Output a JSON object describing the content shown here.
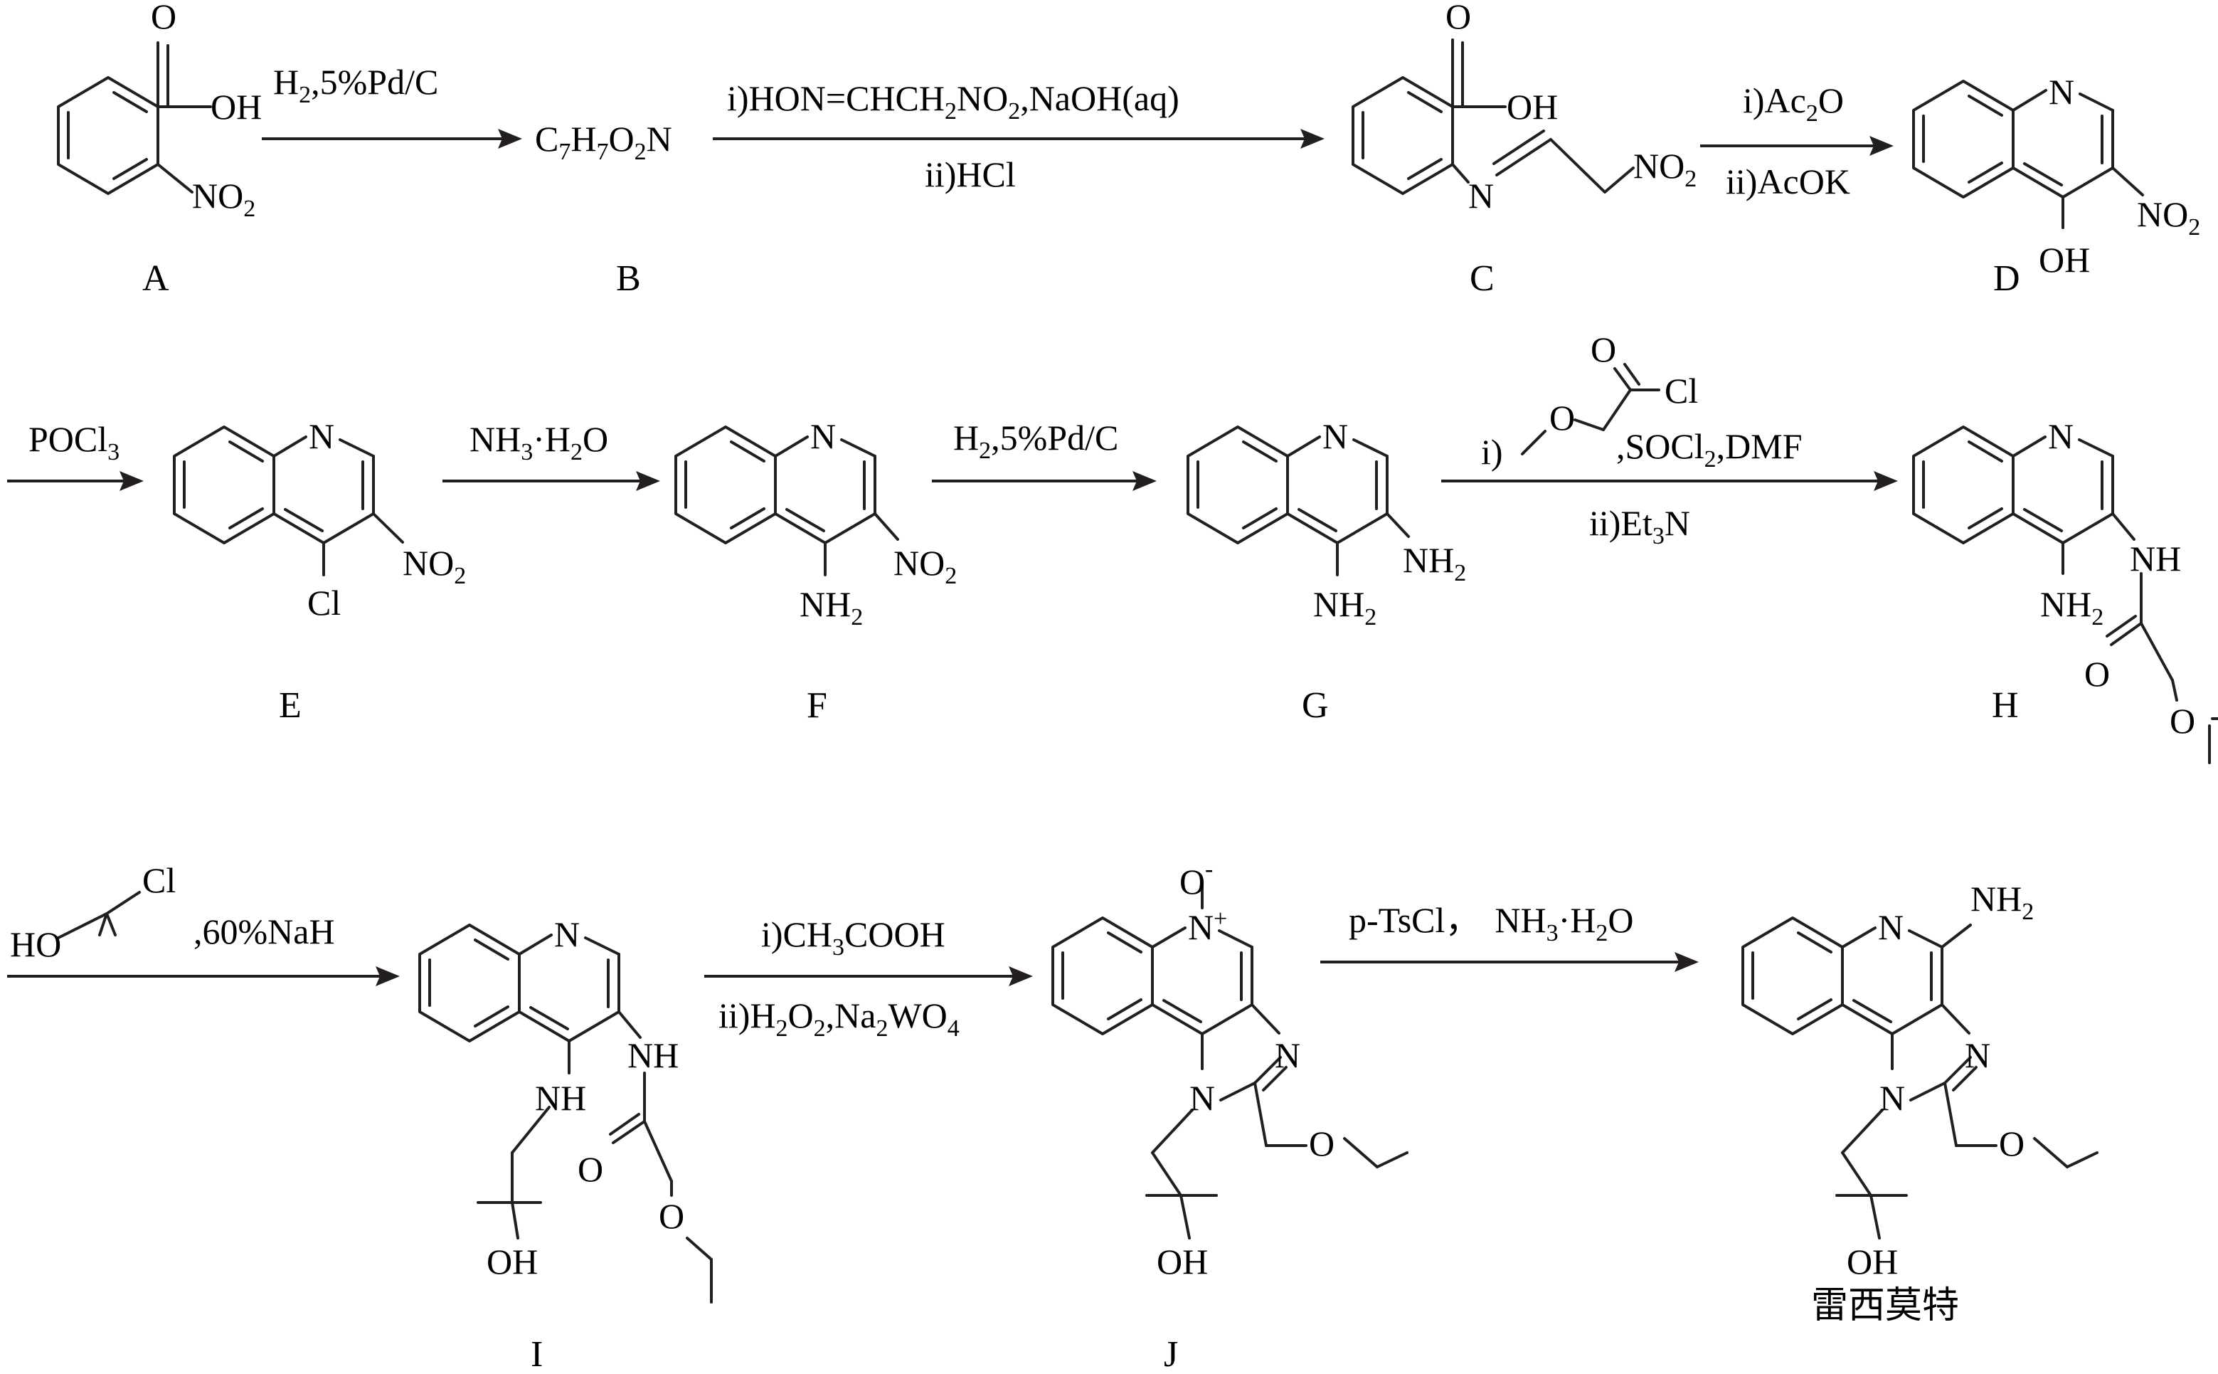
{
  "compounds": {
    "A": {
      "label": "A",
      "group_oh": "OH",
      "group_no2": "NO",
      "sub_2": "2"
    },
    "B": {
      "label": "B",
      "formula_parts": [
        "C",
        "7",
        "H",
        "7",
        "O",
        "2",
        "N"
      ]
    },
    "C": {
      "label": "C",
      "group_oh": "OH",
      "atom_n": "N",
      "group_no2": "NO",
      "sub_2": "2"
    },
    "D": {
      "label": "D",
      "atom_n": "N",
      "group_oh": "OH",
      "group_no2": "NO",
      "sub_2": "2"
    },
    "E": {
      "label": "E",
      "atom_n": "N",
      "atom_cl": "Cl",
      "group_no2": "NO",
      "sub_2": "2"
    },
    "F": {
      "label": "F",
      "atom_n": "N",
      "group_nh2": "NH",
      "group_no2": "NO",
      "sub_2": "2"
    },
    "G": {
      "label": "G",
      "atom_n": "N",
      "group_nh2": "NH",
      "sub_2": "2"
    },
    "H": {
      "label": "H",
      "atom_n": "N",
      "group_nh": "NH",
      "group_nh2": "NH",
      "atom_o": "O",
      "sub_2": "2"
    },
    "I": {
      "label": "I",
      "atom_n": "N",
      "group_nh": "NH",
      "group_oh": "OH",
      "atom_o": "O"
    },
    "J": {
      "label": "J",
      "atom_o": "O",
      "minus": "-",
      "atom_n": "N",
      "plus": "+",
      "group_oh": "OH"
    },
    "product": {
      "label": "雷西莫特",
      "atom_n": "N",
      "group_nh2": "NH",
      "group_oh": "OH",
      "atom_o": "O",
      "sub_2": "2"
    }
  },
  "reagents": {
    "r1": {
      "h": "H",
      "sub": "2",
      "text": ",5%Pd/C"
    },
    "r2": {
      "a": "i)HON=CHCH",
      "s1": "2",
      "b": "NO",
      "s2": "2",
      "c": ",NaOH(aq)",
      "line2": "ii)HCl"
    },
    "r3": {
      "a": "i)Ac",
      "s1": "2",
      "b": "O",
      "line2": "ii)AcOK"
    },
    "r4": {
      "a": "POCl",
      "s1": "3"
    },
    "r5": {
      "a": "NH",
      "s1": "3",
      "b": "·H",
      "s2": "2",
      "c": "O"
    },
    "r6": {
      "h": "H",
      "sub": "2",
      "text": ",5%Pd/C"
    },
    "r7": {
      "prefix": "i)",
      "o": "O",
      "carbonyl_o": "O",
      "cl": "Cl",
      "a": ",SOCl",
      "s1": "2",
      "b": ",DMF",
      "line2a": "ii)Et",
      "s2": "3",
      "line2b": "N"
    },
    "r8": {
      "ho": "HO",
      "cl": "Cl",
      "text": ",60%NaH"
    },
    "r9": {
      "a": "i)CH",
      "s1": "3",
      "b": "COOH",
      "c": "ii)H",
      "s2": "2",
      "d": "O",
      "s3": "2",
      "e": ",Na",
      "s4": "2",
      "f": "WO",
      "s5": "4"
    },
    "r10": {
      "a": "p-TsCl，",
      "b": "NH",
      "s1": "3",
      "c": "·H",
      "s2": "2",
      "d": "O"
    }
  }
}
